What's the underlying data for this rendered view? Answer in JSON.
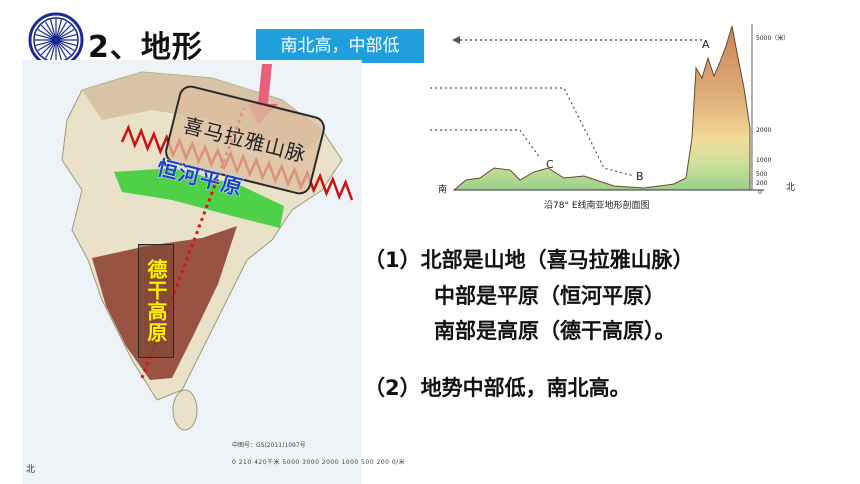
{
  "header": {
    "section_title": "2、地形",
    "callout": "南北高，中部低"
  },
  "map": {
    "himalaya_label": "喜马拉雅山脉",
    "ganges_label": "恒河平原",
    "deccan_label": "德干高原",
    "corner_label": "北",
    "scale_label": "中图号：GS(2011)1097号",
    "scale_values": "0   210   420千米   5000 3000 2000 1000 500 200 0/米"
  },
  "profile": {
    "label_A": "A",
    "label_B": "B",
    "label_C": "C",
    "south_label": "南",
    "north_label": "北",
    "caption": "沿78° E线南亚地形剖面图",
    "elev_top": "5000（米）",
    "elev_2000": "2000",
    "elev_1000": "1000",
    "elev_500": "500",
    "elev_200": "200",
    "elev_0": "0"
  },
  "points": {
    "line1": "（1）北部是山地（喜马拉雅山脉）",
    "line1b": "中部是平原（恒河平原）",
    "line1c": "南部是高原（德干高原）。",
    "line2": "（2）地势中部低，南北高。"
  },
  "colors": {
    "callout_bg": "#1fa0dc",
    "arrow": "#e8607a",
    "mountain_red": "#cc1111",
    "plain_green": "#33cc33",
    "plateau_brown": "#8b3a2a",
    "plain_label_blue": "#1a44c8",
    "plateau_label_yellow": "#ffee00"
  },
  "icons": {
    "logo": "ashoka-chakra-icon"
  }
}
